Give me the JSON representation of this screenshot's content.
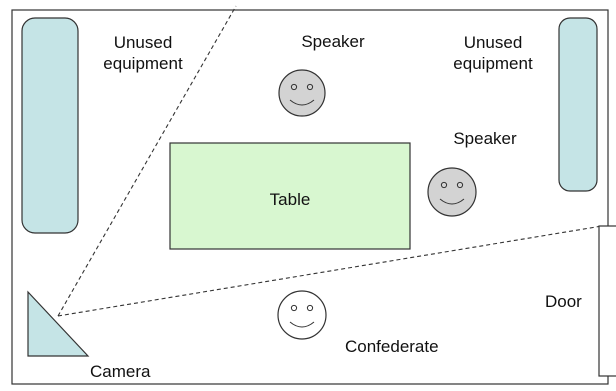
{
  "diagram": {
    "labels": {
      "unused_left_line1": "Unused",
      "unused_left_line2": "equipment",
      "unused_right_line1": "Unused",
      "unused_right_line2": "equipment",
      "speaker_top": "Speaker",
      "speaker_right": "Speaker",
      "table": "Table",
      "door": "Door",
      "confederate": "Confederate",
      "camera": "Camera"
    },
    "colors": {
      "equipment_fill": "#c5e4e6",
      "table_fill": "#d8f7d0",
      "speaker_face_fill": "#d3d3d3",
      "confederate_face_fill": "#ffffff",
      "camera_fill": "#c5e4e6",
      "outline": "#333333"
    }
  }
}
